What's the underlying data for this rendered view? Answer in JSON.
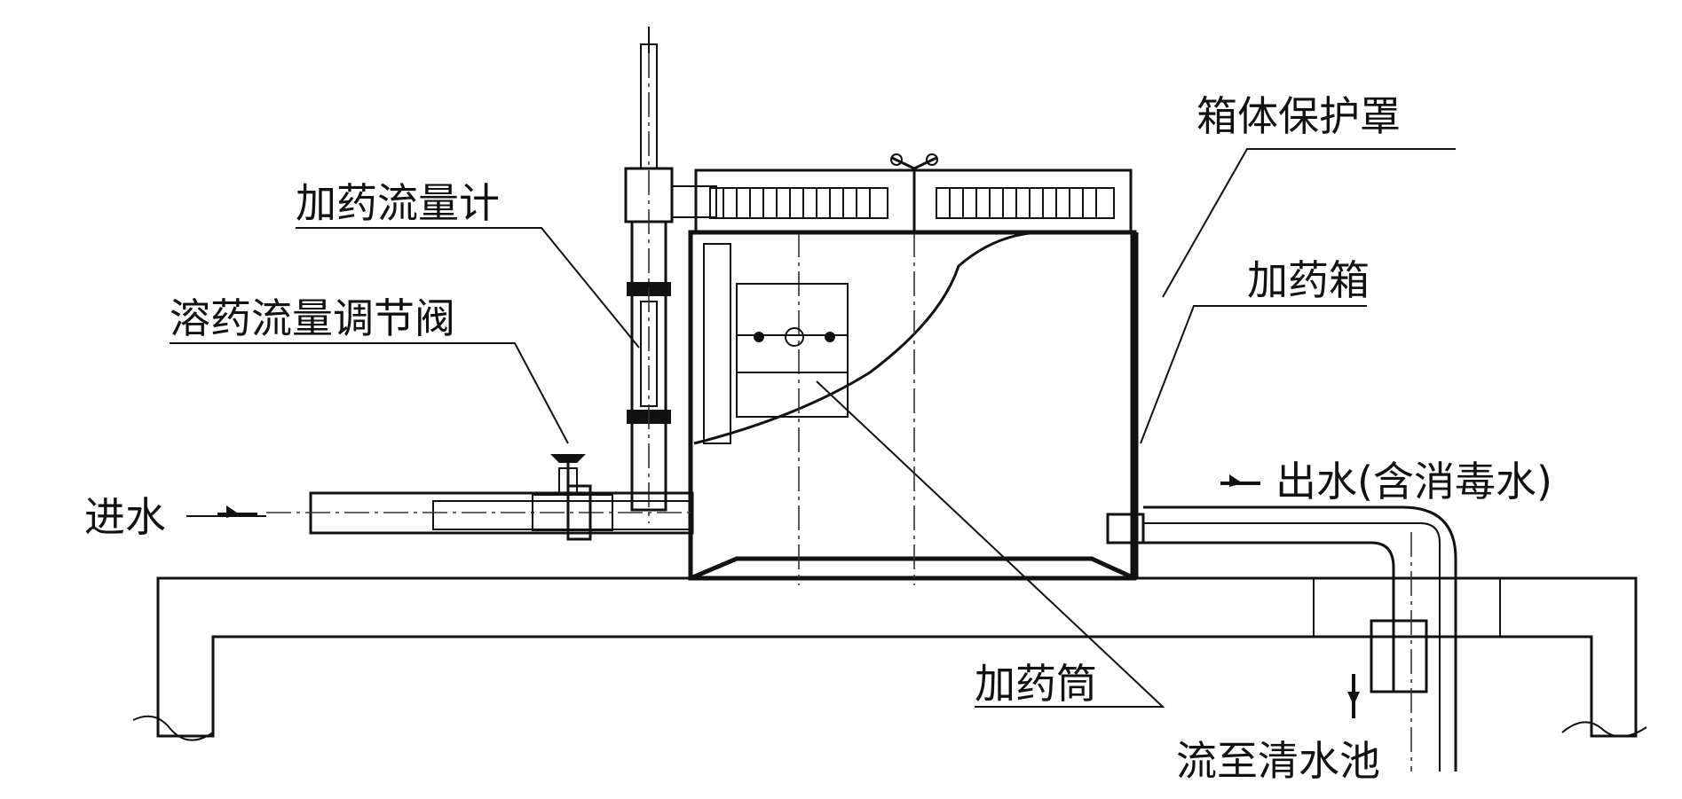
{
  "labels": {
    "cover": "箱体保护罩",
    "flowmeter": "加药流量计",
    "tank": "加药箱",
    "valve": "溶药流量调节阀",
    "outlet": "出水(含消毒水)",
    "inlet": "进水",
    "cylinder": "加药筒",
    "drain": "流至清水池"
  },
  "colors": {
    "line": "#111111",
    "background": "#ffffff"
  }
}
